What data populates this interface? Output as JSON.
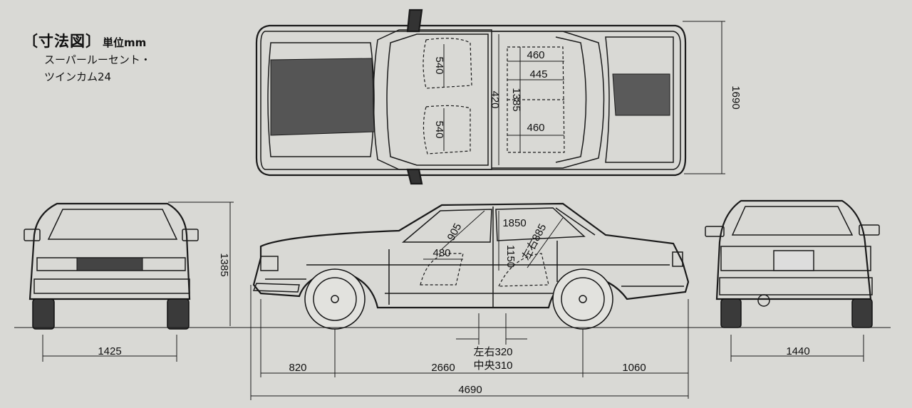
{
  "header": {
    "title": "〔寸法図〕",
    "unit_label": "単位mm",
    "model_line1": "スーパールーセント・",
    "model_line2": "ツインカム24"
  },
  "dimensions": {
    "top_width": "1690",
    "seat_540_front": "540",
    "seat_540_rear": "540",
    "cabin_420": "420",
    "cabin_1385": "1385",
    "rear_460_top": "460",
    "rear_445": "445",
    "rear_460_bottom": "460",
    "front_height": "1385",
    "front_tread": "1425",
    "rear_tread": "1440",
    "side_905": "905",
    "side_1850": "1850",
    "side_885": "左右885",
    "side_480": "480",
    "side_1150": "1150",
    "overhang_front": "820",
    "wheelbase": "2660",
    "overhang_rear": "1060",
    "overall_length": "4690",
    "seat_lr": "左右320",
    "seat_center": "中央310"
  }
}
